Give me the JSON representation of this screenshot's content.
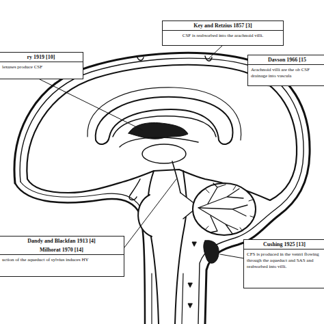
{
  "diagram": {
    "nodes": [
      {
        "text": [
          "Key and Retzius 1857 [3]",
          "CSF is reabsorbed into the arachnoid villi."
        ]
      },
      {
        "text": [
          "ry 1919 [10]",
          "lexuses produce CSF"
        ]
      },
      {
        "text": [
          "Davson 1966 [15",
          "Arachnoid villi are the ob CSF drainage into vascula"
        ]
      },
      {
        "text": [
          "Dandy and Blackfan 1913 [4]",
          "Milhorat 1970 [14]",
          "uction of the aqueduct of sylvius induces HY"
        ]
      },
      {
        "text": [
          "Cushing 1925 [13]",
          "CFS is produced in the ventri flowing through the aqueduct and SAS and reabsorbed into villi."
        ]
      }
    ]
  }
}
